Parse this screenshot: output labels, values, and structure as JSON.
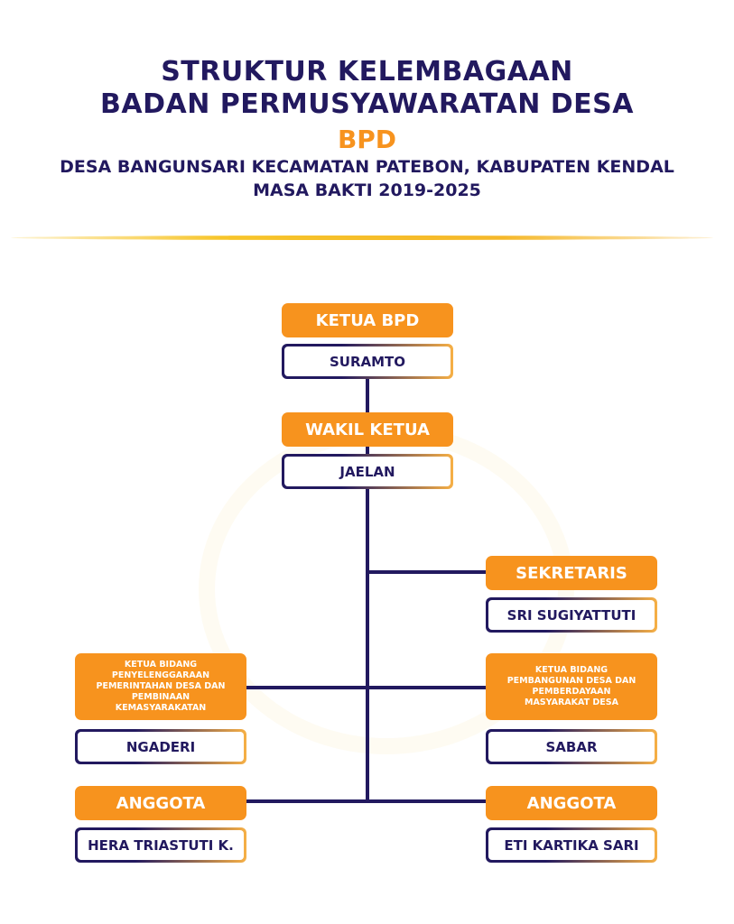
{
  "title": {
    "line1": "STRUKTUR KELEMBAGAAN",
    "line2": "BADAN PERMUSYAWARATAN DESA",
    "line3": "BPD",
    "line4": "DESA BANGUNSARI KECAMATAN PATEBON, KABUPATEN KENDAL",
    "line5": "MASA BAKTI 2019-2025"
  },
  "colors": {
    "navy": "#22195f",
    "orange": "#f7931e",
    "gold": "#f7c52a"
  },
  "chart": {
    "ketua": {
      "role": "KETUA BPD",
      "name": "SURAMTO"
    },
    "wakil": {
      "role": "WAKIL KETUA",
      "name": "JAELAN"
    },
    "sekretaris": {
      "role": "SEKRETARIS",
      "name": "SRI SUGIYATTUTI"
    },
    "bidang_kiri": {
      "role": "KETUA BIDANG PENYELENGGARAAN PEMERINTAHAN DESA DAN PEMBINAAN KEMASYARAKATAN",
      "name": "NGADERI"
    },
    "bidang_kanan": {
      "role": "KETUA BIDANG PEMBANGUNAN DESA DAN PEMBERDAYAAN MASYARAKAT DESA",
      "name": "SABAR"
    },
    "anggota_kiri": {
      "role": "ANGGOTA",
      "name": "HERA TRIASTUTI K."
    },
    "anggota_kanan": {
      "role": "ANGGOTA",
      "name": "ETI KARTIKA SARI"
    }
  }
}
